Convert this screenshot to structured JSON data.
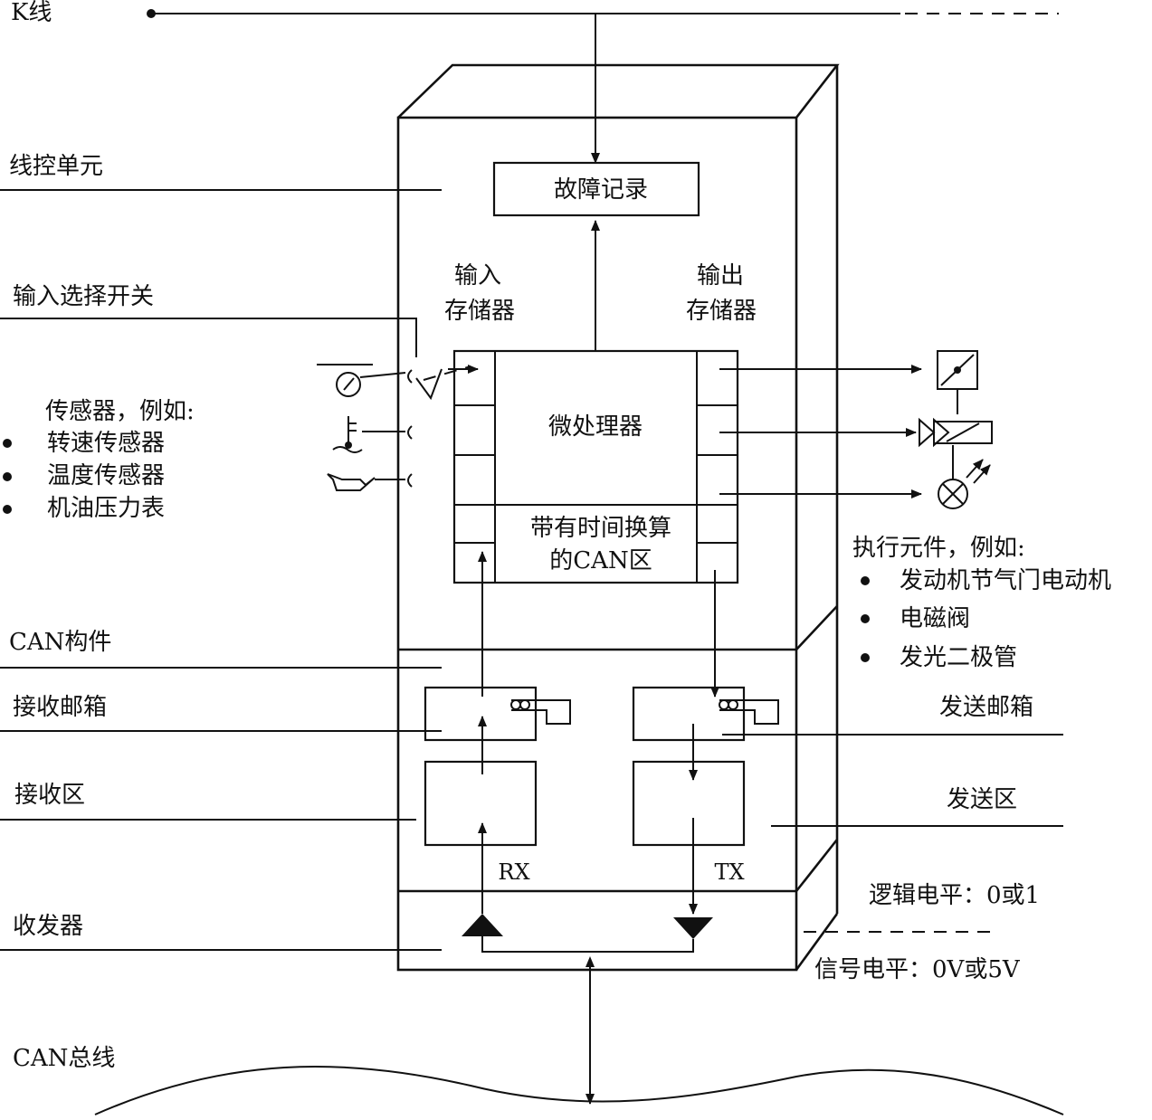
{
  "left_labels": {
    "k_line": "K线",
    "line_control_unit": "线控单元",
    "input_select_switch": "输入选择开关",
    "sensors_title": "传感器，例如:",
    "sensors": [
      "转速传感器",
      "温度传感器",
      "机油压力表"
    ],
    "can_component": "CAN构件",
    "receive_mailbox": "接收邮箱",
    "receive_area": "接收区",
    "transceiver": "收发器",
    "can_bus": "CAN总线"
  },
  "center": {
    "fault_record": "故障记录",
    "input_memory": [
      "输入",
      "存储器"
    ],
    "output_memory": [
      "输出",
      "存储器"
    ],
    "microprocessor": "微处理器",
    "can_area": [
      "带有时间换算",
      "的CAN区"
    ],
    "rx": "RX",
    "tx": "TX"
  },
  "right_labels": {
    "actuators_title": "执行元件，例如:",
    "actuators": [
      "发动机节气门电动机",
      "电磁阀",
      "发光二极管"
    ],
    "send_mailbox": "发送邮箱",
    "send_area": "发送区",
    "logic_level": "逻辑电平：0或1",
    "signal_level": "信号电平：0V或5V"
  }
}
